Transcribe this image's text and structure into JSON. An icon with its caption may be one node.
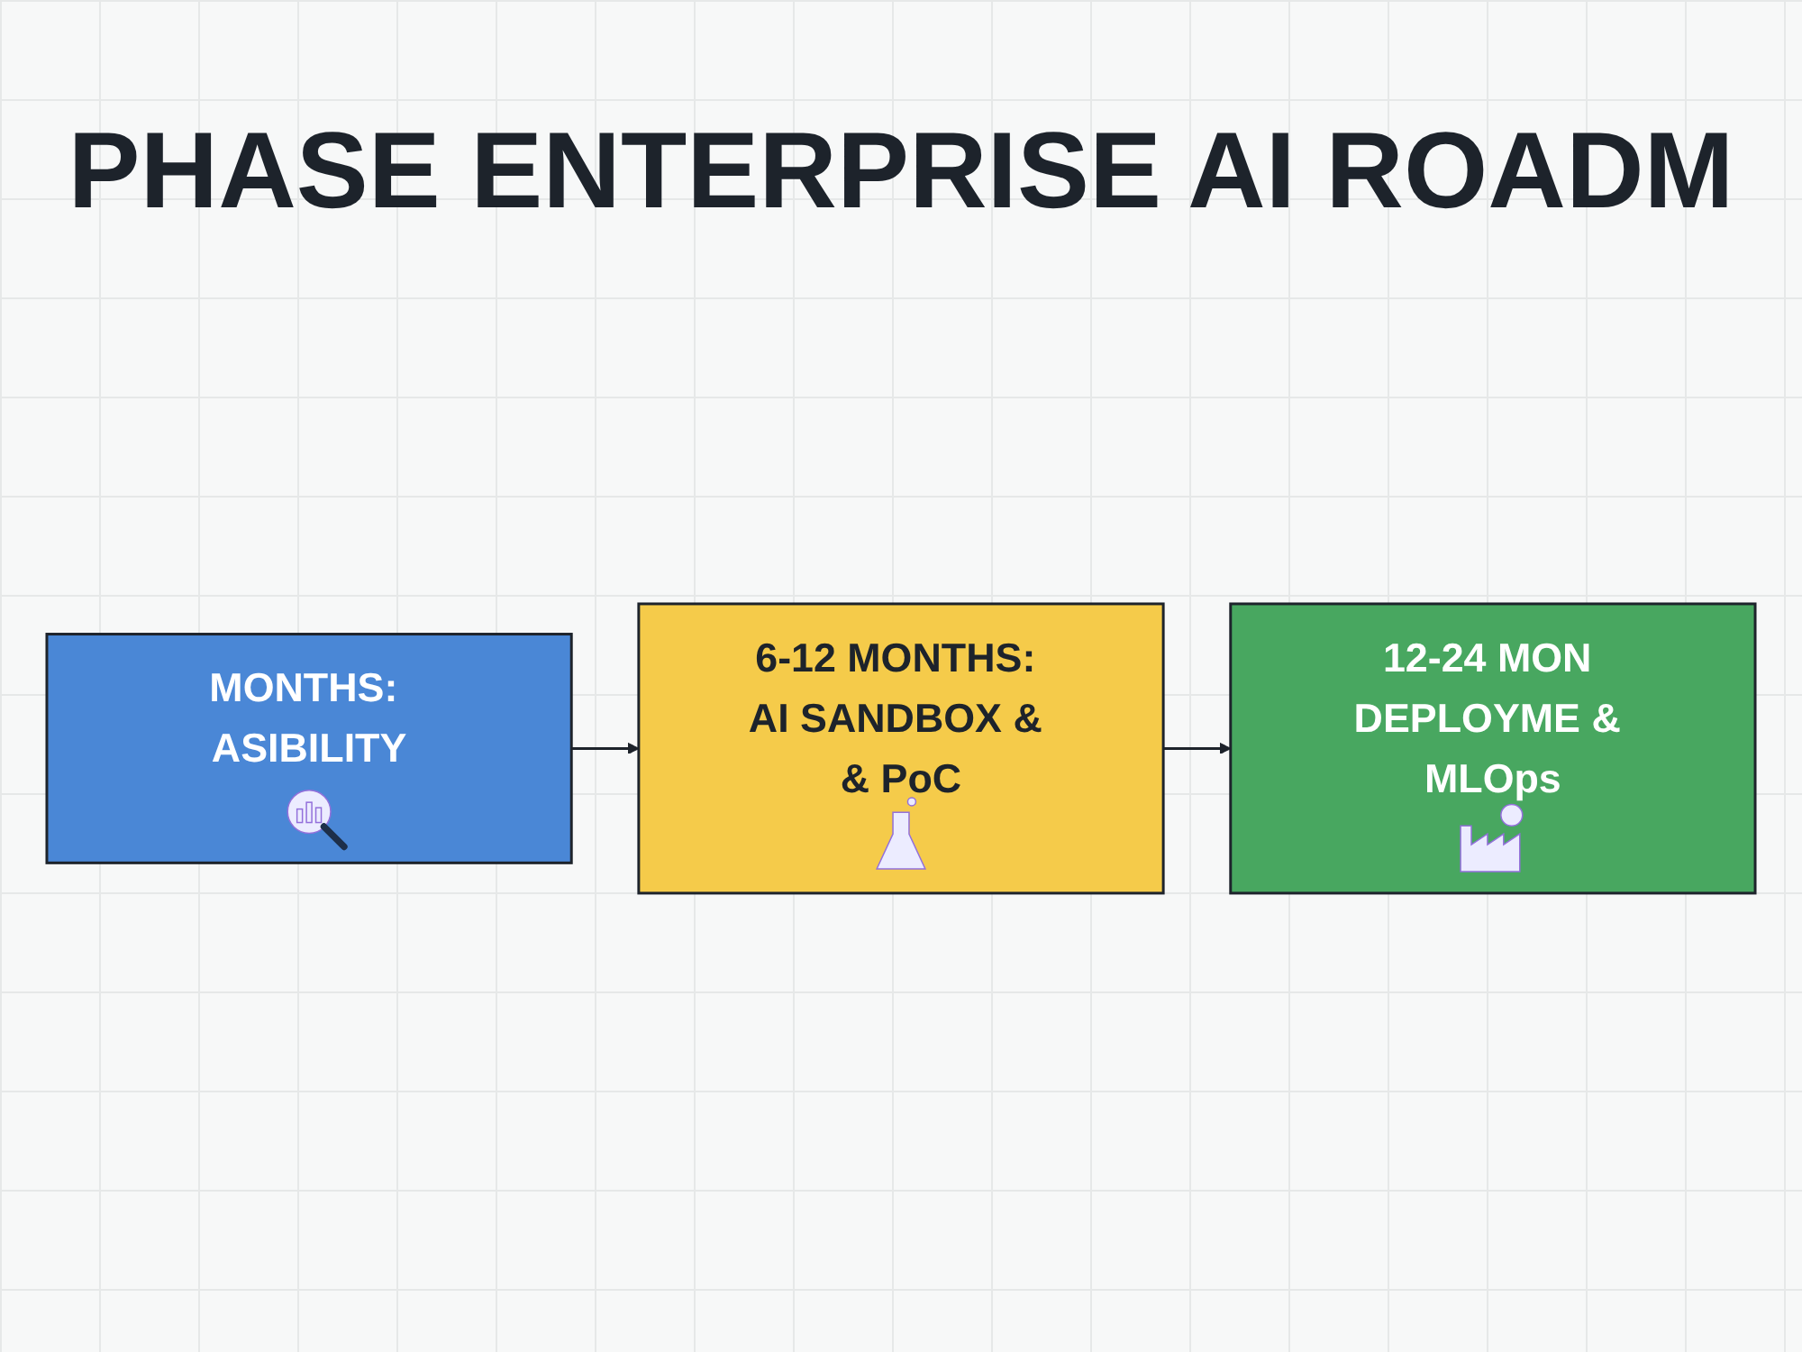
{
  "diagram": {
    "title": "PHASE ENTERPRISE AI ROADM",
    "nodes": [
      {
        "text": [
          "MONTHS: ASIBILITY"
        ]
      },
      {
        "text": [
          "6-12 MONTHS: AI SANDBOX & & PoC"
        ]
      },
      {
        "text": [
          "12-24 MON DEPLOYME & MLOps"
        ]
      }
    ],
    "edges": [
      {
        "from": 0,
        "to": 1,
        "arrow": "to"
      },
      {
        "from": 1,
        "to": 2,
        "arrow": "to"
      }
    ]
  }
}
